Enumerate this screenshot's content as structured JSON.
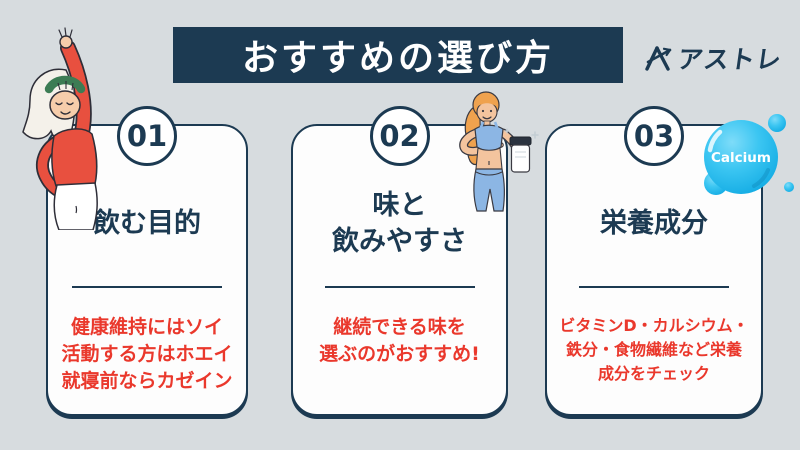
{
  "colors": {
    "bg": "#d7dcdf",
    "navy": "#1c3a52",
    "card-bg": "#fdfdfd",
    "red": "#ea382c",
    "cyan": "#27bcee"
  },
  "header": {
    "title": "おすすめの選び方"
  },
  "brand": {
    "name": "アストレ",
    "icon": "arrow-a-logo"
  },
  "cards": [
    {
      "number": "01",
      "title_lines": [
        "飲む目的",
        ""
      ],
      "desc_lines": [
        "健康維持にはソイ",
        "活動する方はホエイ",
        "就寝前ならカゼイン"
      ]
    },
    {
      "number": "02",
      "title_lines": [
        "味と",
        "飲みやすさ"
      ],
      "desc_lines": [
        "継続できる味を",
        "選ぶのがおすすめ!",
        ""
      ]
    },
    {
      "number": "03",
      "title_lines": [
        "栄養成分",
        ""
      ],
      "desc_lines": [
        "ビタミンD・カルシウム・",
        "鉄分・食物繊維など栄養",
        "成分をチェック"
      ]
    }
  ],
  "bubble": {
    "label": "Calcium"
  },
  "illustrations": {
    "left": "stretching-woman",
    "middle": "pointing-woman-with-protein-jar",
    "right": "calcium-bubbles"
  }
}
